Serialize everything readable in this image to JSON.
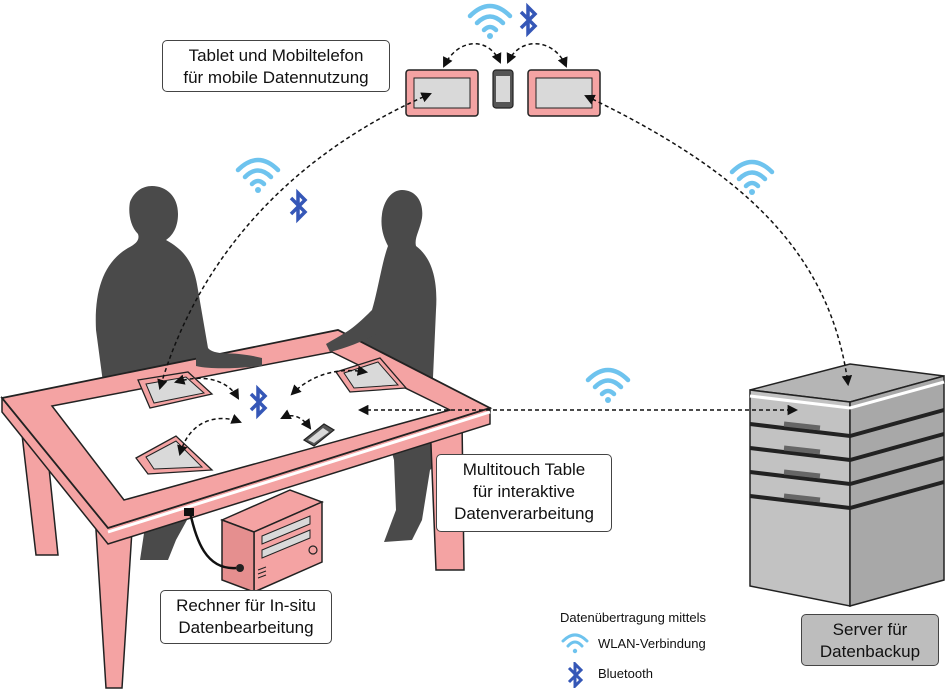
{
  "labels": {
    "tablet": [
      "Tablet und Mobiltelefon",
      "für mobile Datennutzung"
    ],
    "table": [
      "Multitouch Table",
      "für interaktive",
      "Datenverarbeitung"
    ],
    "computer": [
      "Rechner für In-situ",
      "Datenbearbeitung"
    ],
    "server": [
      "Server für",
      "Datenbackup"
    ]
  },
  "legend": {
    "title": "Datenübertragung mittels",
    "wlan": "WLAN-Verbindung",
    "bluetooth": "Bluetooth"
  },
  "icons": {
    "wlan": "wifi-icon",
    "bluetooth": "bluetooth-icon"
  },
  "colors": {
    "device_pink": "#f4a3a3",
    "device_outline": "#222222",
    "screen": "#d9d9d9",
    "silhouette": "#4a4a4a",
    "wifi": "#6ec3ee",
    "bluetooth": "#3557b7",
    "server_gray": "#b5b5b5"
  }
}
